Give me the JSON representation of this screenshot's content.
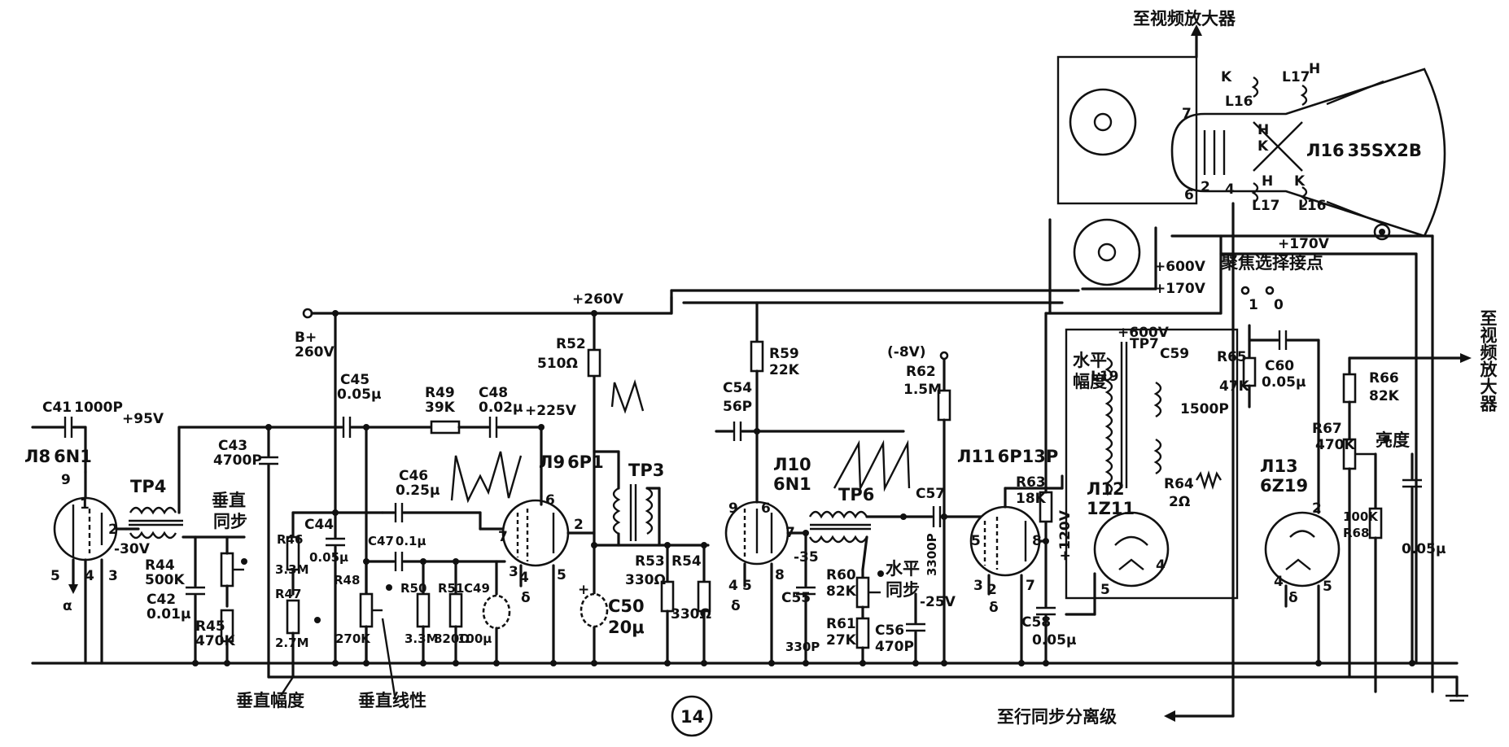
{
  "tubes": {
    "v8": {
      "ref": "Л8",
      "type": "6N1"
    },
    "v9": {
      "ref": "Л9",
      "type": "6P1"
    },
    "v10": {
      "ref": "Л10",
      "type": "6N1"
    },
    "v11": {
      "ref": "Л11",
      "type": "6P13P"
    },
    "v12": {
      "ref": "Л12",
      "type": "1Z11"
    },
    "v13": {
      "ref": "Л13",
      "type": "6Z19"
    },
    "v16": {
      "ref": "Л16",
      "type": "35SX2B"
    }
  },
  "labels": {
    "c41": "C41",
    "c41_val": "1000P",
    "plus95": "+95V",
    "tp4": "TP4",
    "vert_sync": "垂直\n同步",
    "r44": "R44",
    "r44_val": "500K",
    "c42": "C42",
    "c42_val": "0.01μ",
    "r45": "R45",
    "r45_val": "470K",
    "c43": "C43",
    "c43_val": "4700P",
    "b_plus": "B+",
    "b_plus_val": "260V",
    "c45": "C45",
    "c45_val": "0.05μ",
    "r49": "R49",
    "r49_val": "39K",
    "c48": "C48",
    "c48_val": "0.02μ",
    "plus225": "+225V",
    "plus260": "+260V",
    "c46": "C46",
    "c46_val": "0.25μ",
    "c47": "C47",
    "c47_val": "0.1μ",
    "r46": "R46",
    "r46_val": "3.3M",
    "r47": "R47",
    "r47_val": "2.7M",
    "c44": "C44",
    "c44_val": "0.05μ",
    "r48": "R48",
    "r48_val": "270K",
    "r50": "R50",
    "r50_val": "3.3M",
    "r51": "R51",
    "r51_val": "820Ω",
    "c49": "C49",
    "c49_val": "100μ",
    "r52": "R52",
    "r52_val": "510Ω",
    "c50": "C50",
    "c50_val": "20μ",
    "tp3": "TP3",
    "r53": "R53",
    "r53_val": "330Ω",
    "r54": "R54",
    "r54_val": "330Ω",
    "r59": "R59",
    "r59_val": "22K",
    "c54": "C54",
    "c54_val": "56P",
    "minus35": "-35",
    "c55": "C55",
    "c55_val": "330P",
    "tp6": "TP6",
    "r60": "R60",
    "r60_val": "82K",
    "r61": "R61",
    "r61_val": "27K",
    "horiz_sync": "水平\n同步",
    "c56": "C56",
    "c56_val": "470P",
    "minus8": "(-8V)",
    "r62": "R62",
    "r62_val": "1.5M",
    "c57": "C57",
    "c57_val": "3300P",
    "minus25": "-25V",
    "r63": "R63",
    "r63_val": "18K",
    "plus120": "+120V",
    "c58": "C58",
    "c58_val": "0.05μ",
    "plus600a": "+600V",
    "plus600b": "+600V",
    "plus170a": "+170V",
    "plus170b": "+170V",
    "tp7": "TP7",
    "hsize": "水平\n幅度",
    "l19": "L19",
    "c59": "C59",
    "c59_val": "1500P",
    "r64": "R64",
    "r64_val": "2Ω",
    "r65": "R65",
    "r65_val": "47K",
    "c60": "C60",
    "c60_val": "0.05μ",
    "r66": "R66",
    "r66_val": "82K",
    "r67": "R67",
    "r67_val": "470K",
    "brightness": "亮度",
    "r68": "R68",
    "r68_val": "100K",
    "c61_val": "0.05μ",
    "focus": "聚焦选择接点",
    "to_video_top": "至视频放大器",
    "to_video_right": "至视频放大器",
    "to_sync": "至行同步分离级",
    "vert_amp": "垂直幅度",
    "vert_lin": "垂直线性",
    "l16": "L16",
    "l17": "L17",
    "fig": "14"
  }
}
